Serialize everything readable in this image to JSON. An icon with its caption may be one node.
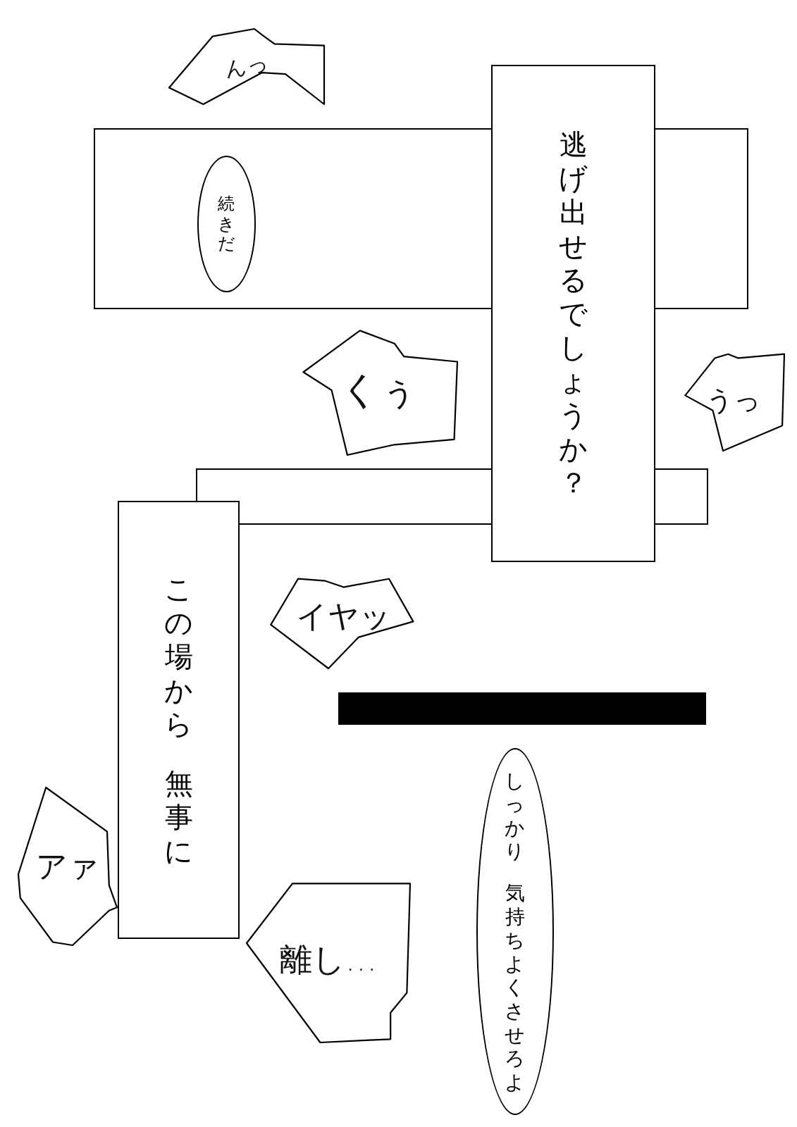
{
  "diagram": {
    "nodes": [
      {
        "text": [],
        "shape": "box"
      },
      {
        "text": [
          "続きだ"
        ],
        "in": 0
      },
      {
        "text": [
          "んっ"
        ]
      },
      {
        "text": [
          "逃げ出せるでしょうか？"
        ]
      },
      {
        "text": [
          "うっ"
        ]
      },
      {
        "text": [
          "くぅ"
        ]
      },
      {
        "text": [],
        "shape": "box"
      },
      {
        "text": [
          "この場から",
          "無事に"
        ]
      },
      {
        "text": [
          "イヤッ"
        ]
      },
      {
        "text": [],
        "shape": "bar"
      },
      {
        "text": [
          "しっかり",
          "気持ちよくさせろよ"
        ]
      },
      {
        "text": [
          "アァ"
        ]
      },
      {
        "text": [
          "離し…"
        ]
      }
    ]
  }
}
